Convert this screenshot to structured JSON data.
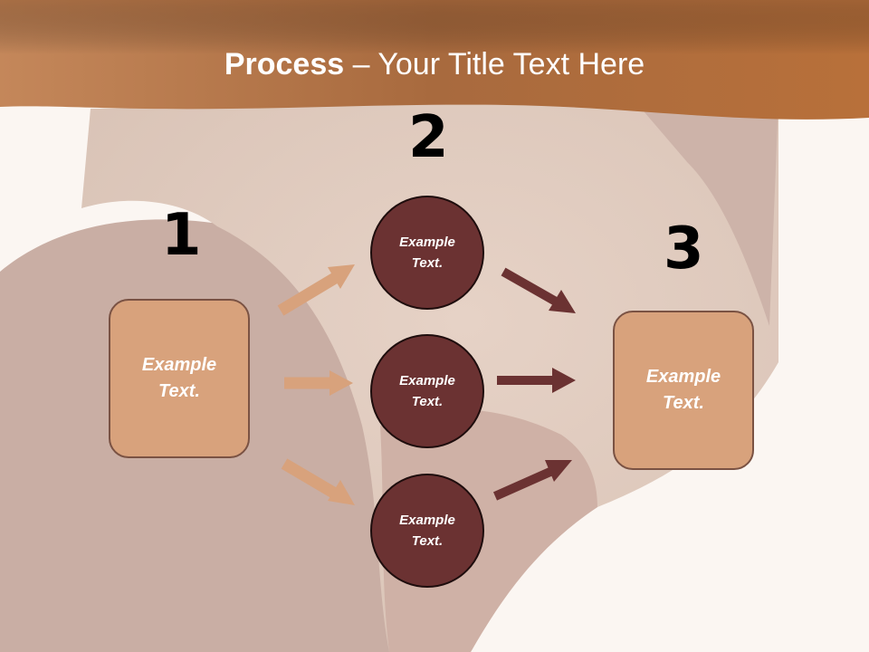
{
  "slide": {
    "title_bold": "Process",
    "title_rest": " – Your Title Text Here"
  },
  "steps": {
    "one": "1",
    "two": "2",
    "three": "3"
  },
  "left_box": "Example Text.",
  "right_box": "Example Text.",
  "circles": [
    "Example Text.",
    "Example Text.",
    "Example Text."
  ],
  "colors": {
    "header": "#b06a38",
    "box_fill": "#d8a27c",
    "box_border": "#7a5243",
    "circle_fill": "#6b3232",
    "arrow_light": "#d8a27c",
    "arrow_dark": "#6b3232"
  }
}
